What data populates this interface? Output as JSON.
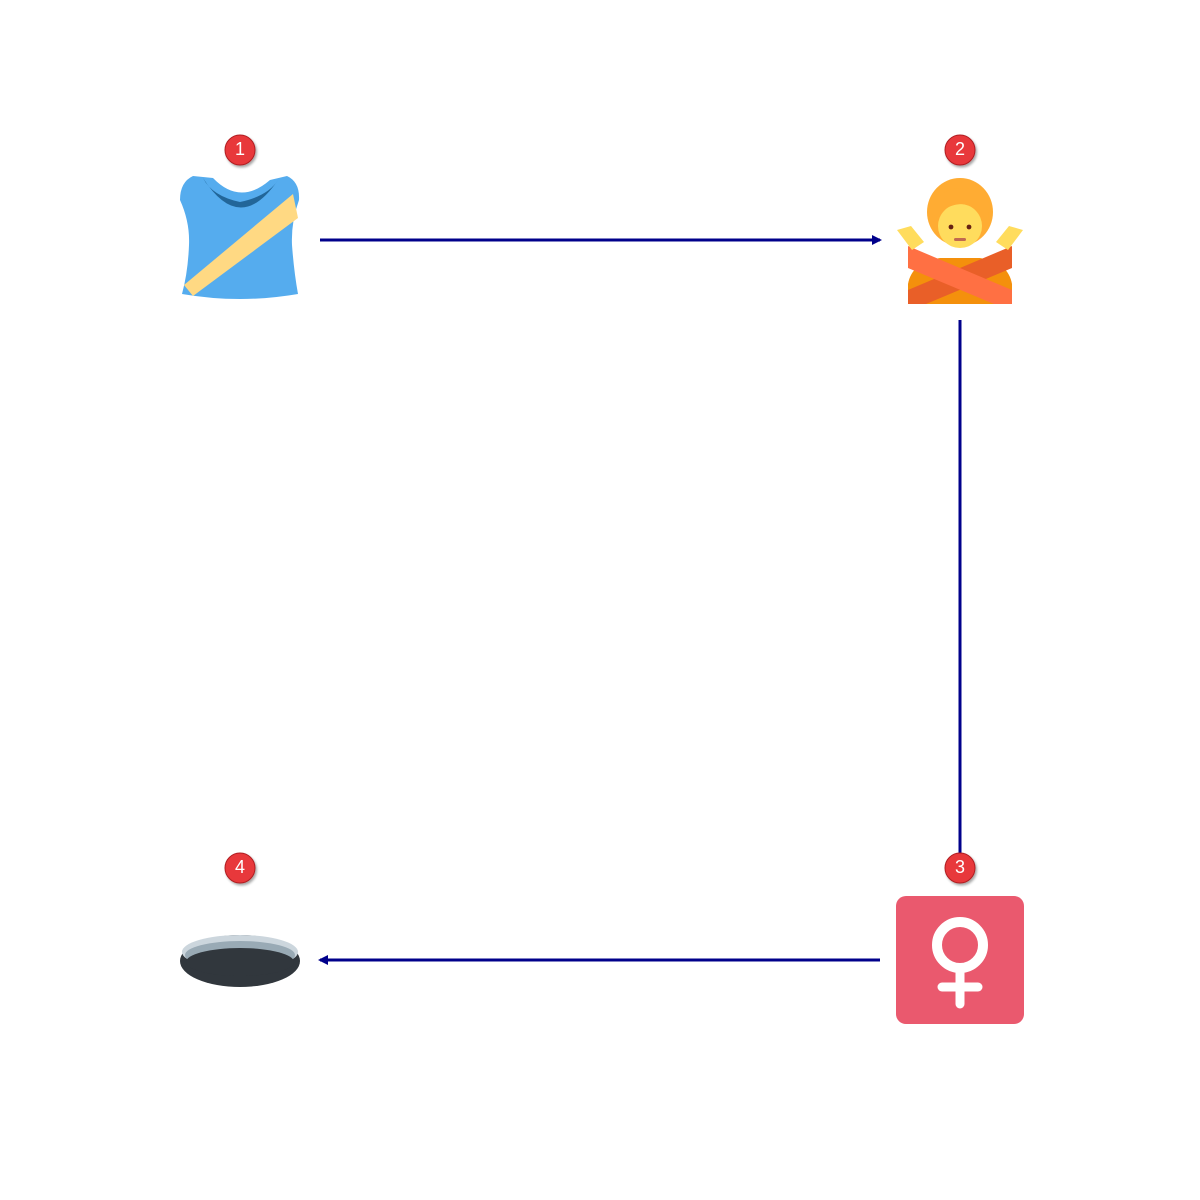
{
  "colors": {
    "background": "#ffffff",
    "arrow": "#00008b",
    "badge_fill": "#e8393b",
    "badge_border": "#b01e20",
    "badge_text": "#ffffff"
  },
  "nodes": [
    {
      "id": "node-1",
      "step": "1",
      "icon": "womans-clothes-icon"
    },
    {
      "id": "node-2",
      "step": "2",
      "icon": "person-gesturing-no-icon"
    },
    {
      "id": "node-3",
      "step": "3",
      "icon": "female-sign-icon"
    },
    {
      "id": "node-4",
      "step": "4",
      "icon": "hole-icon"
    }
  ],
  "edges": [
    {
      "from": "1",
      "to": "2"
    },
    {
      "from": "2",
      "to": "3"
    },
    {
      "from": "3",
      "to": "4"
    }
  ]
}
